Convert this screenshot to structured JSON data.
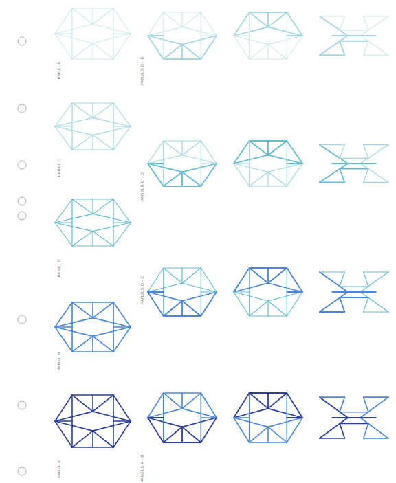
{
  "diagram": {
    "labels": [
      "PANEL E",
      "PANELS D - E",
      "PANEL D",
      "PANELS C - D",
      "PANEL C",
      "PANELS B - C",
      "PANEL B",
      "PANELS A - B",
      "PANEL A"
    ]
  }
}
